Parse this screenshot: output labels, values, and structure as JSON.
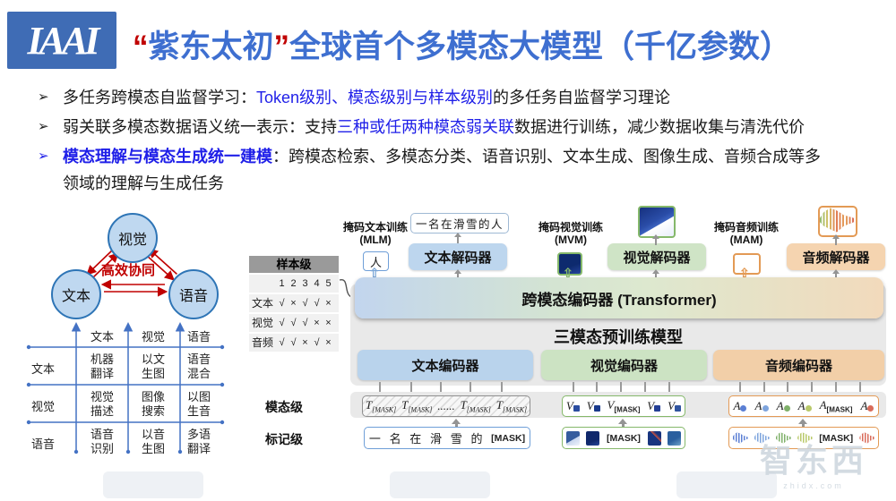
{
  "header": {
    "logo": "IAAI",
    "quote_open": "“",
    "brand": "紫东太初",
    "quote_close": "”",
    "title_rest": "全球首个多模态大模型（千亿参数）"
  },
  "bullets": [
    {
      "marker": "➢",
      "pre": "多任务跨模态自监督学习：",
      "hl": "Token级别、模态级别与样本级别",
      "post": "的多任务自监督学习理论"
    },
    {
      "marker": "➢",
      "pre": "弱关联多模态数据语义统一表示：支持",
      "hl": "三种或任两种模态弱关联",
      "post": "数据进行训练，减少数据收集与清洗代价"
    },
    {
      "marker": "➢",
      "pre": "",
      "hl": "模态理解与模态生成统一建模",
      "post": "：跨模态检索、多模态分类、语音识别、文本生成、图像生成、音频合成等多",
      "post2": "领域的理解与生成任务"
    }
  ],
  "venn": {
    "top": "视觉",
    "left": "文本",
    "right": "语音",
    "center": "高效协同"
  },
  "matrix": {
    "col_headers": [
      "文本",
      "视觉",
      "语音"
    ],
    "row_headers": [
      "文本",
      "视觉",
      "语音"
    ],
    "cells": [
      [
        "机器翻译",
        "以文生图",
        "语音混合"
      ],
      [
        "视觉描述",
        "图像搜索",
        "以图生音"
      ],
      [
        "语音识别",
        "以音生图",
        "多语翻译"
      ]
    ]
  },
  "sample_table": {
    "title": "样本级",
    "cols": [
      "1",
      "2",
      "3",
      "4",
      "5"
    ],
    "rows": [
      {
        "h": "文本",
        "v": [
          "√",
          "×",
          "√",
          "√",
          "×"
        ]
      },
      {
        "h": "视觉",
        "v": [
          "√",
          "√",
          "√",
          "×",
          "×"
        ]
      },
      {
        "h": "音频",
        "v": [
          "√",
          "√",
          "×",
          "√",
          "×"
        ]
      }
    ]
  },
  "arch": {
    "trainings": [
      {
        "label": "掩码文本训练",
        "abbr": "(MLM)"
      },
      {
        "label": "掩码视觉训练",
        "abbr": "(MVM)"
      },
      {
        "label": "掩码音频训练",
        "abbr": "(MAM)"
      }
    ],
    "pred_token": "人",
    "text_output": "一名在滑雪的人",
    "decoders": [
      "文本解码器",
      "视觉解码器",
      "音频解码器"
    ],
    "transformer": "跨模态编码器 (Transformer)",
    "model_title": "三模态预训练模型",
    "encoders": [
      "文本编码器",
      "视觉编码器",
      "音频编码器"
    ],
    "level_modality": "模态级",
    "level_token": "标记级",
    "T": "T",
    "V": "V",
    "A": "A",
    "mask": "[MASK]",
    "ellipsis": "......",
    "token_text": [
      "一",
      "名",
      "在",
      "滑",
      "雪",
      "的"
    ]
  },
  "watermark": {
    "text": "智东西",
    "domain": "zhidx.com"
  },
  "colors": {
    "accent_blue": "#3e6fd0",
    "red": "#c00000",
    "link_blue": "#1f1fe8",
    "box_blue": "#bdd6ee",
    "box_green": "#cfe4c6",
    "box_orange": "#f5d4b0"
  }
}
